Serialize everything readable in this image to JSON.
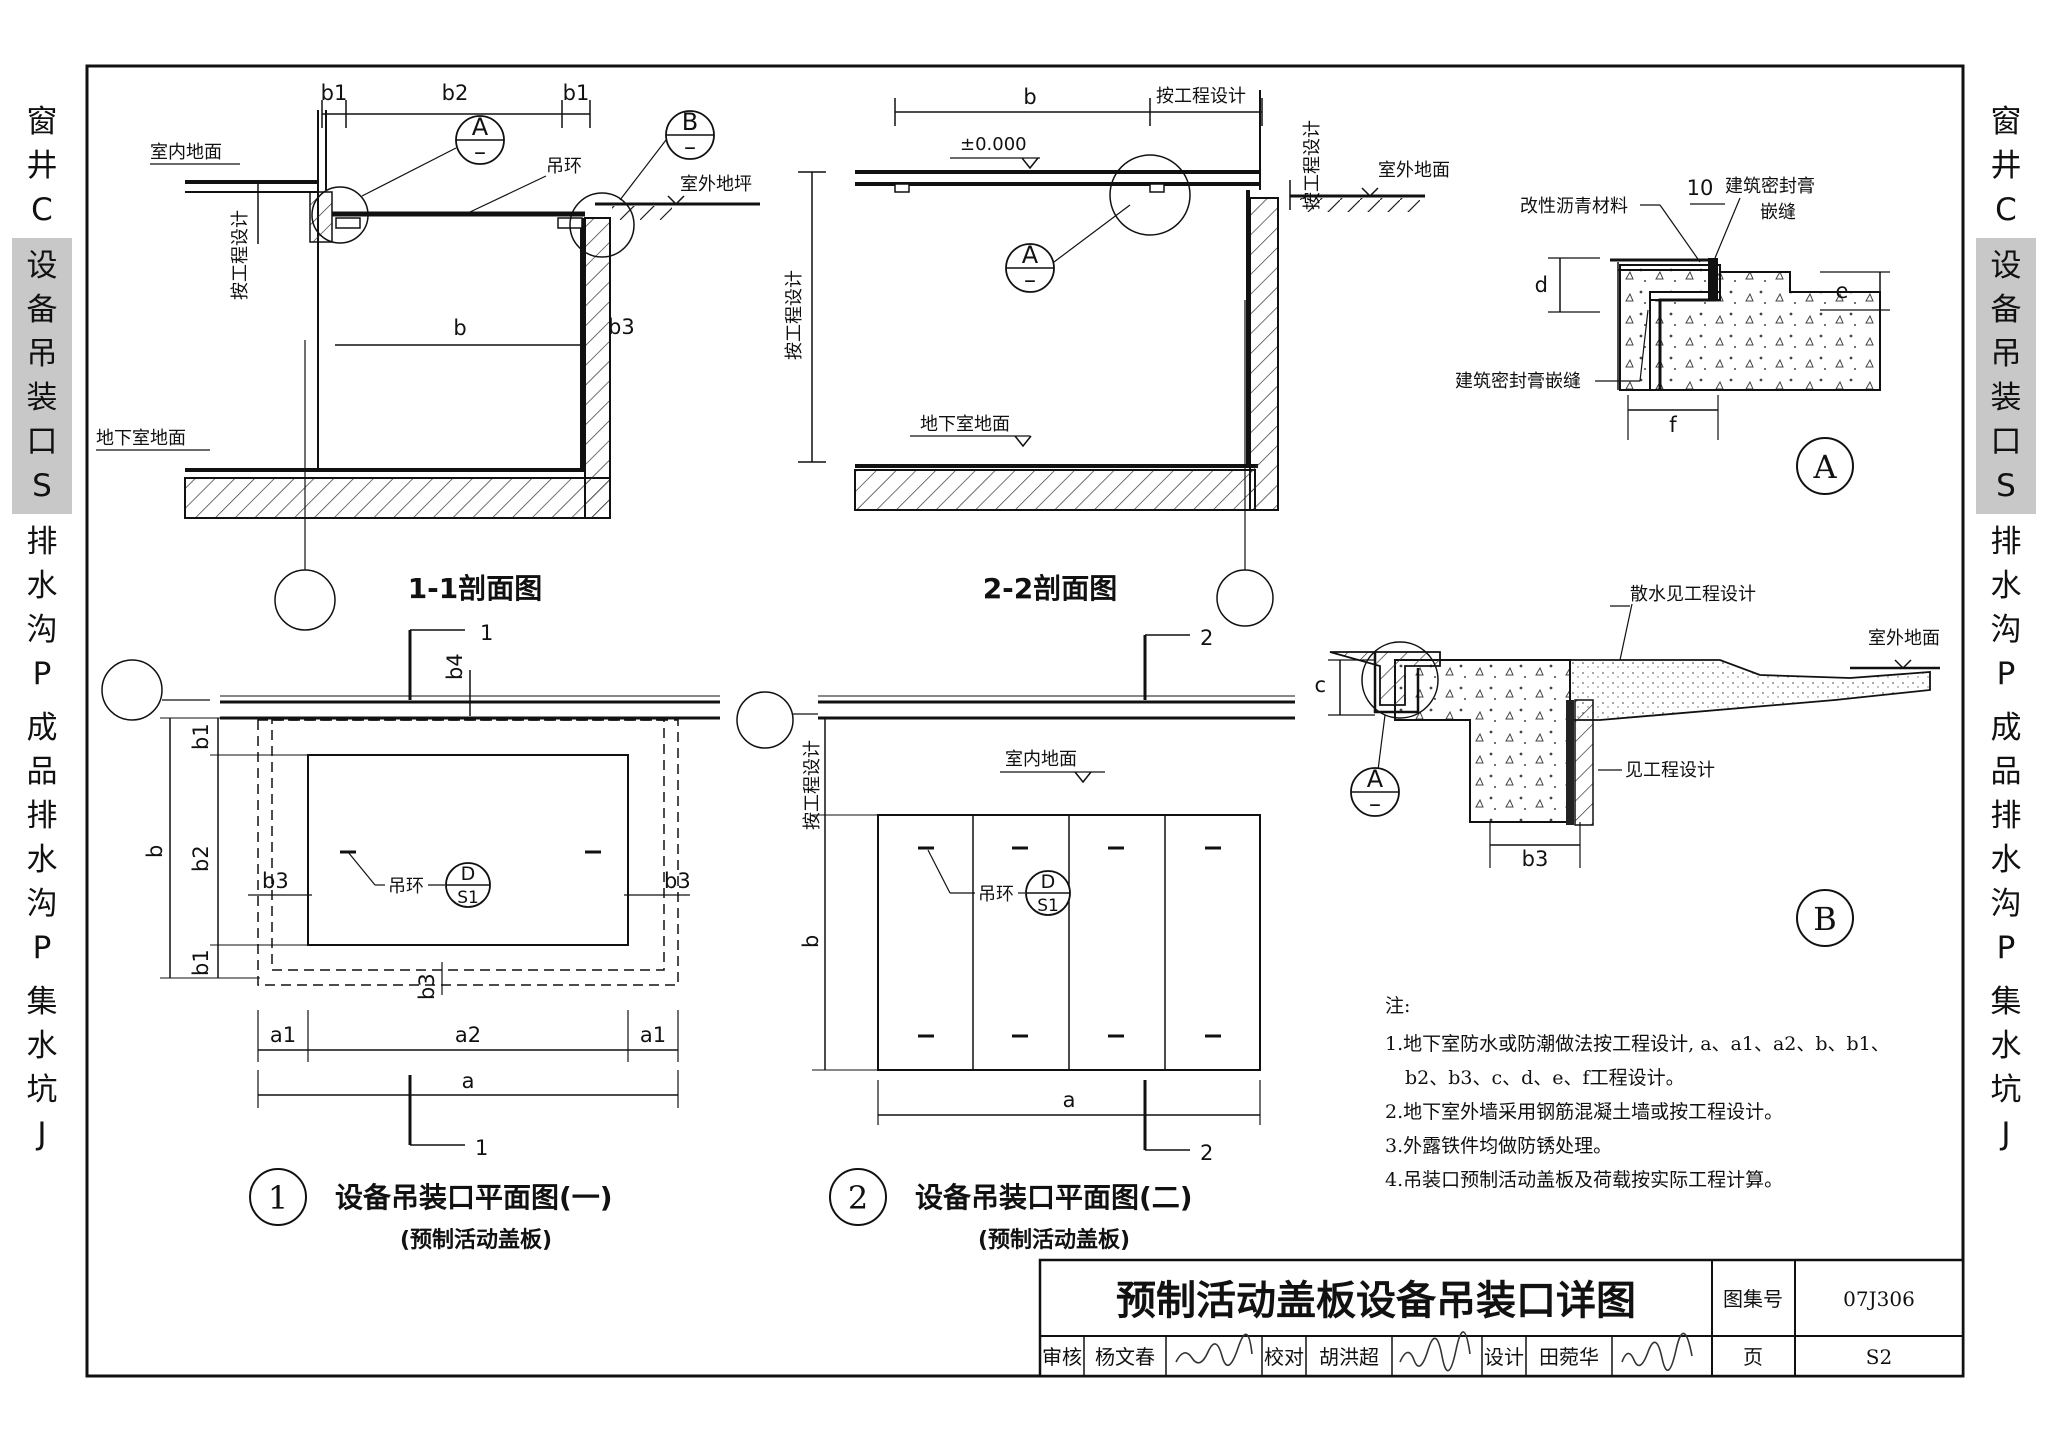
{
  "side_left": [
    "窗",
    "井",
    "C",
    "",
    "设",
    "备",
    "吊",
    "装",
    "口",
    "S",
    "",
    "排",
    "水",
    "沟",
    "P",
    "",
    "成",
    "品",
    "排",
    "水",
    "沟",
    "P",
    "",
    "集",
    "水",
    "坑",
    "J"
  ],
  "side_right": [
    "窗",
    "井",
    "C",
    "",
    "设",
    "备",
    "吊",
    "装",
    "口",
    "S",
    "",
    "排",
    "水",
    "沟",
    "P",
    "",
    "成",
    "品",
    "排",
    "水",
    "沟",
    "P",
    "",
    "集",
    "水",
    "坑",
    "J"
  ],
  "labels": {
    "b1": "b1",
    "b2": "b2",
    "b3": "b3",
    "b4": "b4",
    "b": "b",
    "a": "a",
    "a1": "a1",
    "a2": "a2",
    "c": "c",
    "d": "d",
    "e": "e",
    "f": "f",
    "ten": "10",
    "indoor_floor": "室内地面",
    "outdoor_slope": "室外地坪",
    "outdoor_floor": "室外地面",
    "lifting_ring": "吊环",
    "per_design": "按工程设计",
    "basement_floor": "地下室地面",
    "zero": "±0.000",
    "bubble_A": "A",
    "bubble_B": "B",
    "bubble_D": "D",
    "bubble_S1": "S1",
    "dash": "–",
    "modified_asphalt": "改性沥青材料",
    "sealant_joint_1": "建筑密封膏",
    "sealant_joint_2": "嵌缝",
    "sealant_joint_full": "建筑密封膏嵌缝",
    "apron": "散水见工程设计",
    "see_design": "见工程设计",
    "cut_1": "1",
    "cut_2": "2"
  },
  "titles": {
    "section_1": "1-1剖面图",
    "section_2": "2-2剖面图",
    "plan_1_num": "1",
    "plan_1": "设备吊装口平面图(一)",
    "plan_1_sub": "(预制活动盖板)",
    "plan_2_num": "2",
    "plan_2": "设备吊装口平面图(二)",
    "plan_2_sub": "(预制活动盖板)"
  },
  "notes": {
    "head": "注:",
    "lines": [
      "1.地下室防水或防潮做法按工程设计, a、a1、a2、b、b1、",
      "b2、b3、c、d、e、f工程设计。",
      "2.地下室外墙采用钢筋混凝土墙或按工程设计。",
      "3.外露铁件均做防锈处理。",
      "4.吊装口预制活动盖板及荷载按实际工程计算。"
    ]
  },
  "title_block": {
    "title": "预制活动盖板设备吊装口详图",
    "atlas_label": "图集号",
    "atlas_no": "07J306",
    "review_label": "审核",
    "review_name": "杨文春",
    "check_label": "校对",
    "check_name": "胡洪超",
    "design_label": "设计",
    "design_name": "田菀华",
    "page_label": "页",
    "page_no": "S2"
  }
}
